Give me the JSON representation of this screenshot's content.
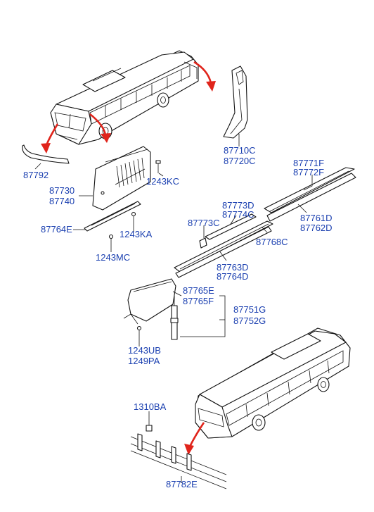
{
  "labels": {
    "p87792": "87792",
    "p87710c": "87710C",
    "p87720c": "87720C",
    "p1243kc": "1243KC",
    "p87730": "87730",
    "p87740": "87740",
    "p87771f": "87771F",
    "p87772f": "87772F",
    "p87773d": "87773D",
    "p87774c": "87774C",
    "p87773c": "87773C",
    "p87761d": "87761D",
    "p87762d": "87762D",
    "p87764e": "87764E",
    "p1243ka": "1243KA",
    "p87768c": "87768C",
    "p1243mc": "1243MC",
    "p87763d": "87763D",
    "p87764d": "87764D",
    "p87765e": "87765E",
    "p87765f": "87765F",
    "p87751g": "87751G",
    "p87752g": "87752G",
    "p1243ub": "1243UB",
    "p1249pa": "1249PA",
    "p1310ba": "1310BA",
    "p87782e": "87782E"
  },
  "colors": {
    "label": "#1a3fb0",
    "arrow": "#e0241b",
    "line": "#111111",
    "background": "#ffffff"
  }
}
